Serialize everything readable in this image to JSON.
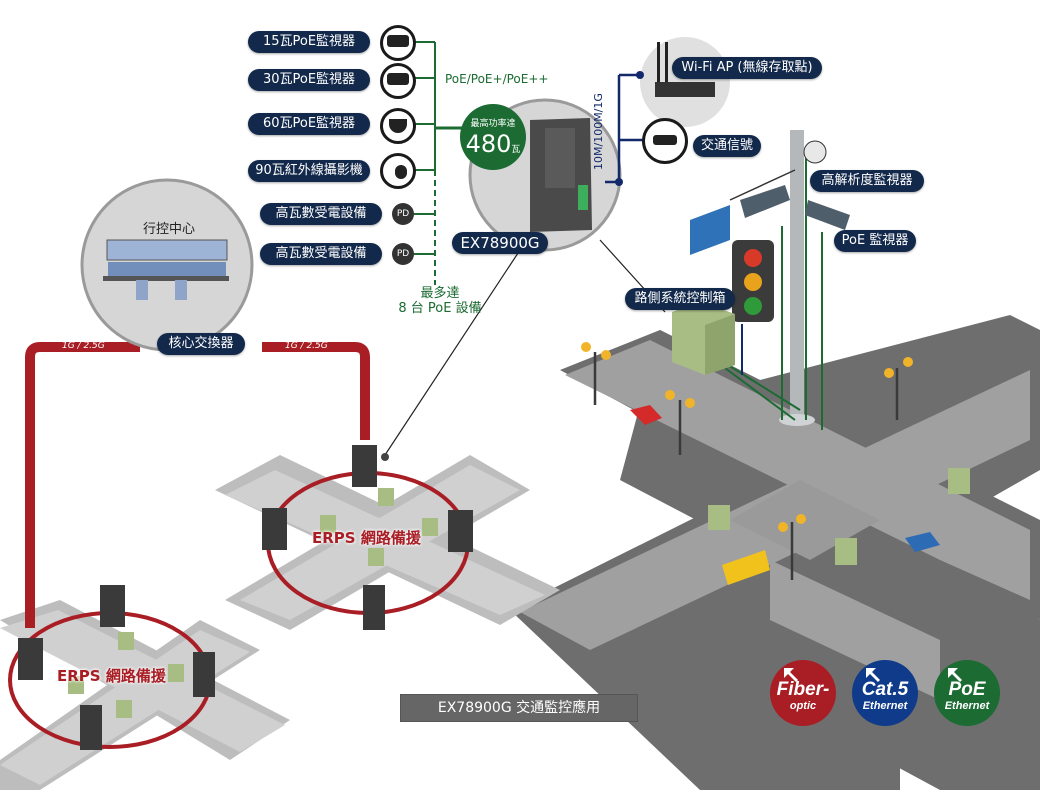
{
  "title": "EX78900G 交通監控應用",
  "colors": {
    "navy": "#13294b",
    "poe_green": "#1b6b32",
    "fiber_red": "#a91d24",
    "cat5_blue": "#0f3b8a",
    "road_dark": "#6b6b6b",
    "road_light": "#a5a5a5"
  },
  "poe_devices": [
    {
      "label": "15瓦PoE監視器",
      "icon": "bullet-camera-icon"
    },
    {
      "label": "30瓦PoE監視器",
      "icon": "bullet-camera-icon"
    },
    {
      "label": "60瓦PoE監視器",
      "icon": "dome-camera-icon"
    },
    {
      "label": "90瓦紅外線攝影機",
      "icon": "ptz-camera-icon"
    },
    {
      "label": "高瓦數受電設備",
      "icon": "pd-icon",
      "badge": "PD"
    },
    {
      "label": "高瓦數受電設備",
      "icon": "pd-icon",
      "badge": "PD"
    }
  ],
  "poe_standards": "PoE/PoE+/PoE++",
  "power_badge": {
    "caption": "最高功率達",
    "value": "480",
    "unit": "瓦"
  },
  "max_devices": {
    "line1": "最多達",
    "line2": "8 台 PoE 設備"
  },
  "switch_model": "EX78900G",
  "speed_label": "10M/100M/1G",
  "wifi_ap": "Wi-Fi AP (無線存取點)",
  "traffic_signal": "交通信號",
  "hd_camera": "高解析度監視器",
  "poe_camera": "PoE 監視器",
  "roadside_cabinet": "路側系統控制箱",
  "control_center": "行控中心",
  "core_switch": "核心交換器",
  "uplinks": [
    "1G / 2.5G",
    "1G / 2.5G"
  ],
  "erps_rings": [
    "ERPS 網路備援",
    "ERPS 網路備援"
  ],
  "legend": [
    {
      "big": "Fiber-",
      "small": "optic",
      "color": "#a91d24",
      "name": "fiber-optic"
    },
    {
      "big": "Cat.5",
      "small": "Ethernet",
      "color": "#0f3b8a",
      "name": "cat5-ethernet"
    },
    {
      "big": "PoE",
      "small": "Ethernet",
      "color": "#1b6b32",
      "name": "poe-ethernet"
    }
  ]
}
